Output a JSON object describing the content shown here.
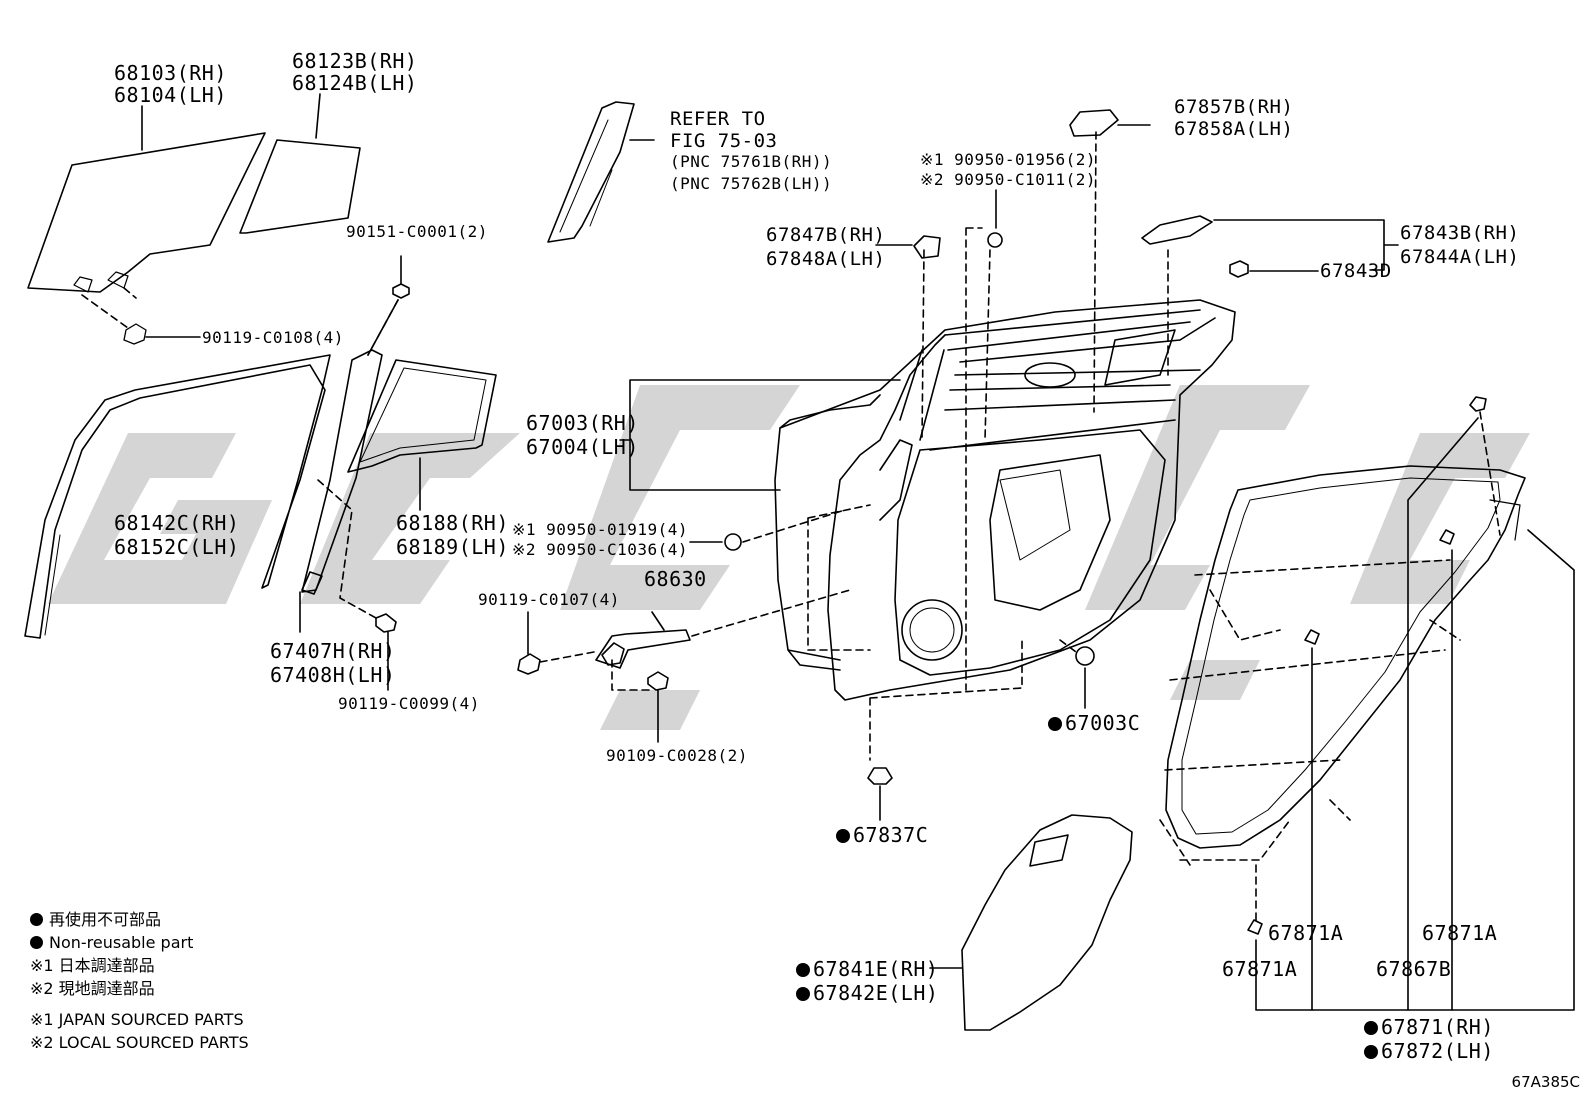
{
  "diagram": {
    "figure_code": "67A385C",
    "watermark_text": "ZGDC",
    "colors": {
      "line": "#000000",
      "watermark": "#d3d3d3",
      "background": "#ffffff"
    }
  },
  "labels": {
    "glass_rh": "68103(RH)",
    "glass_lh": "68104(LH)",
    "qtr_glass_rh": "68123B(RH)",
    "qtr_glass_lh": "68124B(LH)",
    "screw_c0001": "90151-C0001(2)",
    "bolt_c0108": "90119-C0108(4)",
    "refer_1": "REFER TO",
    "refer_2": "FIG 75-03",
    "refer_3": "(PNC 75761B(RH))",
    "refer_4": "(PNC 75762B(LH))",
    "p67857b": "67857B(RH)",
    "p67858a": "67858A(LH)",
    "clip_01956": "※1 90950-01956(2)",
    "clip_c1011": "※2 90950-C1011(2)",
    "p67847b": "67847B(RH)",
    "p67848a": "67848A(LH)",
    "p67843b": "67843B(RH)",
    "p67844a": "67844A(LH)",
    "p67843d": "67843D",
    "p67003": "67003(RH)",
    "p67004": "67004(LH)",
    "p68142c": "68142C(RH)",
    "p68152c": "68152C(LH)",
    "p68188": "68188(RH)",
    "p68189": "68189(LH)",
    "clip_01919": "※1 90950-01919(4)",
    "clip_c1036": "※2 90950-C1036(4)",
    "p68630": "68630",
    "bolt_c0107": "90119-C0107(4)",
    "p67407h": "67407H(RH)",
    "p67408h": "67408H(LH)",
    "bolt_c0099": "90119-C0099(4)",
    "bolt_c0028": "90109-C0028(2)",
    "p67003c": "67003C",
    "p67837c": "67837C",
    "p67841e": "67841E(RH)",
    "p67842e": "67842E(LH)",
    "p67871a_1": "67871A",
    "p67871a_2": "67871A",
    "p67871a_3": "67871A",
    "p67867b": "67867B",
    "p67871": "67871(RH)",
    "p67872": "67872(LH)"
  },
  "legend": {
    "nonreusable_jp": "再使用不可部品",
    "nonreusable_en": "Non-reusable part",
    "jp_src_1": "※1  日本調達部品",
    "jp_src_2": "※2  現地調達部品",
    "en_src_1": "※1  JAPAN SOURCED PARTS",
    "en_src_2": "※2  LOCAL SOURCED PARTS"
  }
}
